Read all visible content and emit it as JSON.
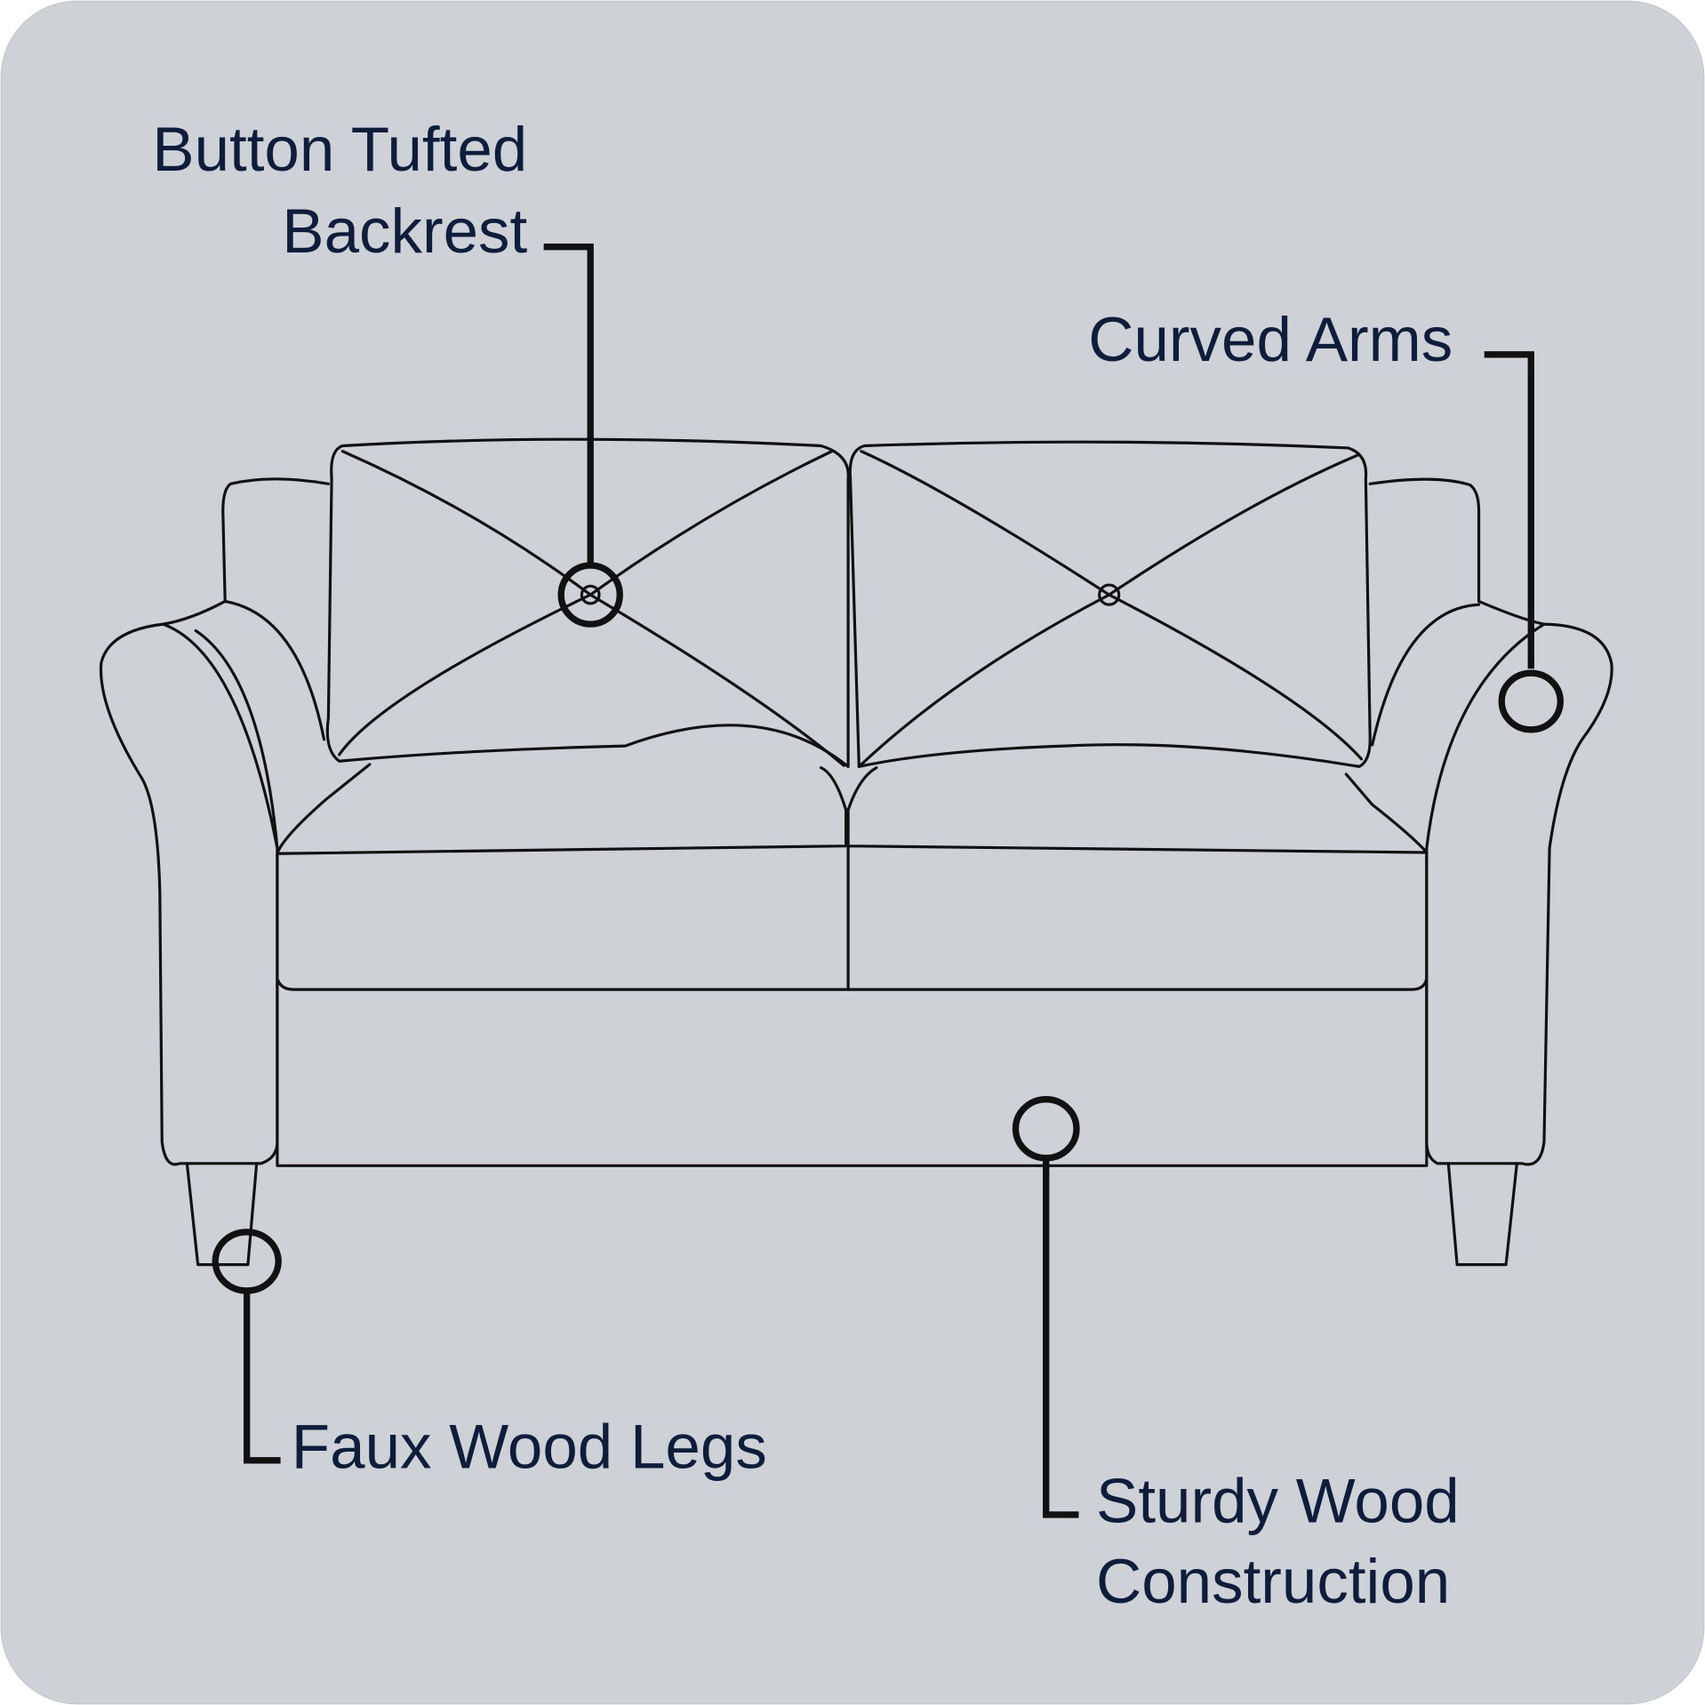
{
  "colors": {
    "background": "#CED2D6",
    "text": "#0F1D3D",
    "line": "#111111"
  },
  "callouts": {
    "backrest": {
      "line1": "Button Tufted",
      "line2": "Backrest"
    },
    "arms": {
      "line1": "Curved Arms"
    },
    "legs": {
      "line1": "Faux Wood Legs"
    },
    "construction": {
      "line1": "Sturdy Wood",
      "line2": "Construction"
    }
  }
}
